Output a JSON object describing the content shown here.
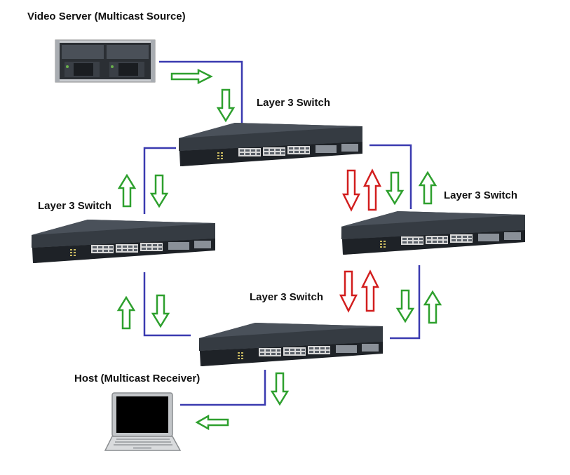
{
  "labels": {
    "server": "Video Server (Multicast Source)",
    "switch_top": "Layer 3 Switch",
    "switch_left": "Layer 3 Switch",
    "switch_right": "Layer 3 Switch",
    "switch_bottom": "Layer 3 Switch",
    "host": "Host (Multicast Receiver)"
  },
  "colors": {
    "link": "#3a3ab0",
    "flow_arrow": "#2ea02e",
    "blocked_arrow": "#d21e1e",
    "switch_body": "#2a2f36",
    "port_white": "#e8e8e8"
  },
  "icons": {
    "server": "rack-server-icon",
    "switch": "network-switch-icon",
    "host": "laptop-icon"
  }
}
